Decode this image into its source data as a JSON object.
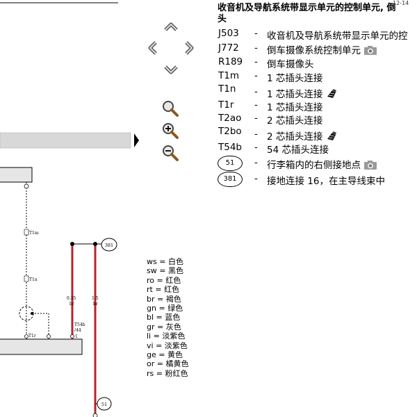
{
  "header": {
    "title_line1": "收音机及导航系统带显示单元的控制单元, 倒",
    "title_line2": "头",
    "corner_text": "12-14"
  },
  "legend": [
    {
      "code": "J503",
      "dash": "-",
      "desc": "收音机及导航系统带显示单元的控",
      "icon": ""
    },
    {
      "code": "J772",
      "dash": "-",
      "desc": "倒车摄像系统控制单元",
      "icon": "camera-icon"
    },
    {
      "code": "R189",
      "dash": "-",
      "desc": "倒车摄像头",
      "icon": ""
    },
    {
      "code": "T1m",
      "dash": "-",
      "desc": "1 芯插头连接",
      "icon": ""
    },
    {
      "code": "T1n",
      "dash": "-",
      "desc": "1 芯插头连接",
      "icon": "connector-icon"
    },
    {
      "code": "T1r",
      "dash": "-",
      "desc": "1 芯插头连接",
      "icon": ""
    },
    {
      "code": "T2ao",
      "dash": "-",
      "desc": "2 芯插头连接",
      "icon": ""
    },
    {
      "code": "T2bo",
      "dash": "-",
      "desc": "2 芯插头连接",
      "icon": "connector-icon"
    },
    {
      "code": "T54b",
      "dash": "-",
      "desc": "54 芯插头连接",
      "icon": ""
    },
    {
      "code": "51",
      "dash": "-",
      "desc": "行李箱内的右侧接地点",
      "icon": "camera-icon",
      "circled": true
    },
    {
      "code": "381",
      "dash": "-",
      "desc": "接地连接 16，在主导线束中",
      "icon": "",
      "circled": true
    }
  ],
  "wire_colors": [
    {
      "abbr": "ws",
      "name": "白色"
    },
    {
      "abbr": "sw",
      "name": "黑色"
    },
    {
      "abbr": "ro",
      "name": "红色"
    },
    {
      "abbr": "rt",
      "name": "红色"
    },
    {
      "abbr": "br",
      "name": "褐色"
    },
    {
      "abbr": "gn",
      "name": "绿色"
    },
    {
      "abbr": "bl",
      "name": "蓝色"
    },
    {
      "abbr": "gr",
      "name": "灰色"
    },
    {
      "abbr": "li",
      "name": "淡紫色"
    },
    {
      "abbr": "vi",
      "name": "淡紫色"
    },
    {
      "abbr": "ge",
      "name": "黄色"
    },
    {
      "abbr": "or",
      "name": "橘黄色"
    },
    {
      "abbr": "rs",
      "name": "粉红色"
    }
  ],
  "color_sep": "=",
  "diagram": {
    "connector_t1m": "T1m",
    "connector_t1n": "T1n",
    "connector_t1r": "T1r",
    "connector_t54b": "T54b",
    "connector_t54b_pin": "/44",
    "connector_pin_1": "1",
    "wire1_size": "0.35",
    "wire1_color": "br",
    "wire2_size": "1.5",
    "wire2_color": "br",
    "ground_381": "381",
    "ground_51": "51"
  },
  "colors": {
    "wire_brown": "#b8232b",
    "bar_gray": "#d8d8d8"
  }
}
